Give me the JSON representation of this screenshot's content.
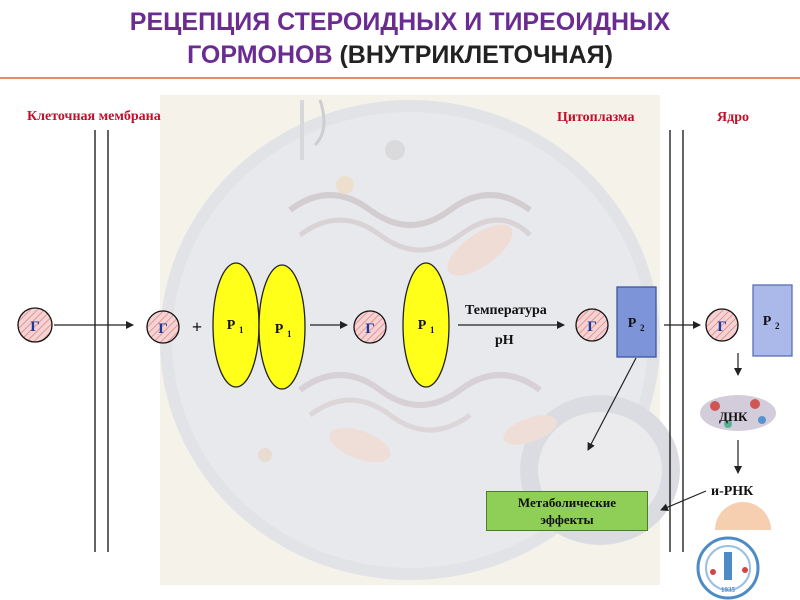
{
  "title": {
    "line1": "РЕЦЕПЦИЯ СТЕРОИДНЫХ И ТИРЕОИДНЫХ",
    "line2_main": "ГОРМОНОВ",
    "line2_paren": "(ВНУТРИКЛЕТОЧНАЯ)"
  },
  "regions": {
    "membrane": "Клеточная мембрана",
    "cytoplasm": "Цитоплазма",
    "nucleus": "Ядро"
  },
  "hormone": "Г",
  "plus": "+",
  "receptor1": {
    "base": "Р",
    "sub": "1"
  },
  "receptor2": {
    "base": "Р",
    "sub": "2"
  },
  "conditions": {
    "temperature": "Температура",
    "ph": "рН"
  },
  "dna": "ДНК",
  "mrna": "и-РНК",
  "effects": {
    "line1": "Метаболические",
    "line2": "эффекты"
  },
  "logo_year": "1935",
  "colors": {
    "title": "#6b2c91",
    "label_red": "#c0102a",
    "receptor1_fill": "#ffff1a",
    "receptor2_fill": "#7d95d8",
    "hormone_fill": "#f3c9c9",
    "effects_fill": "#8fcf58"
  }
}
